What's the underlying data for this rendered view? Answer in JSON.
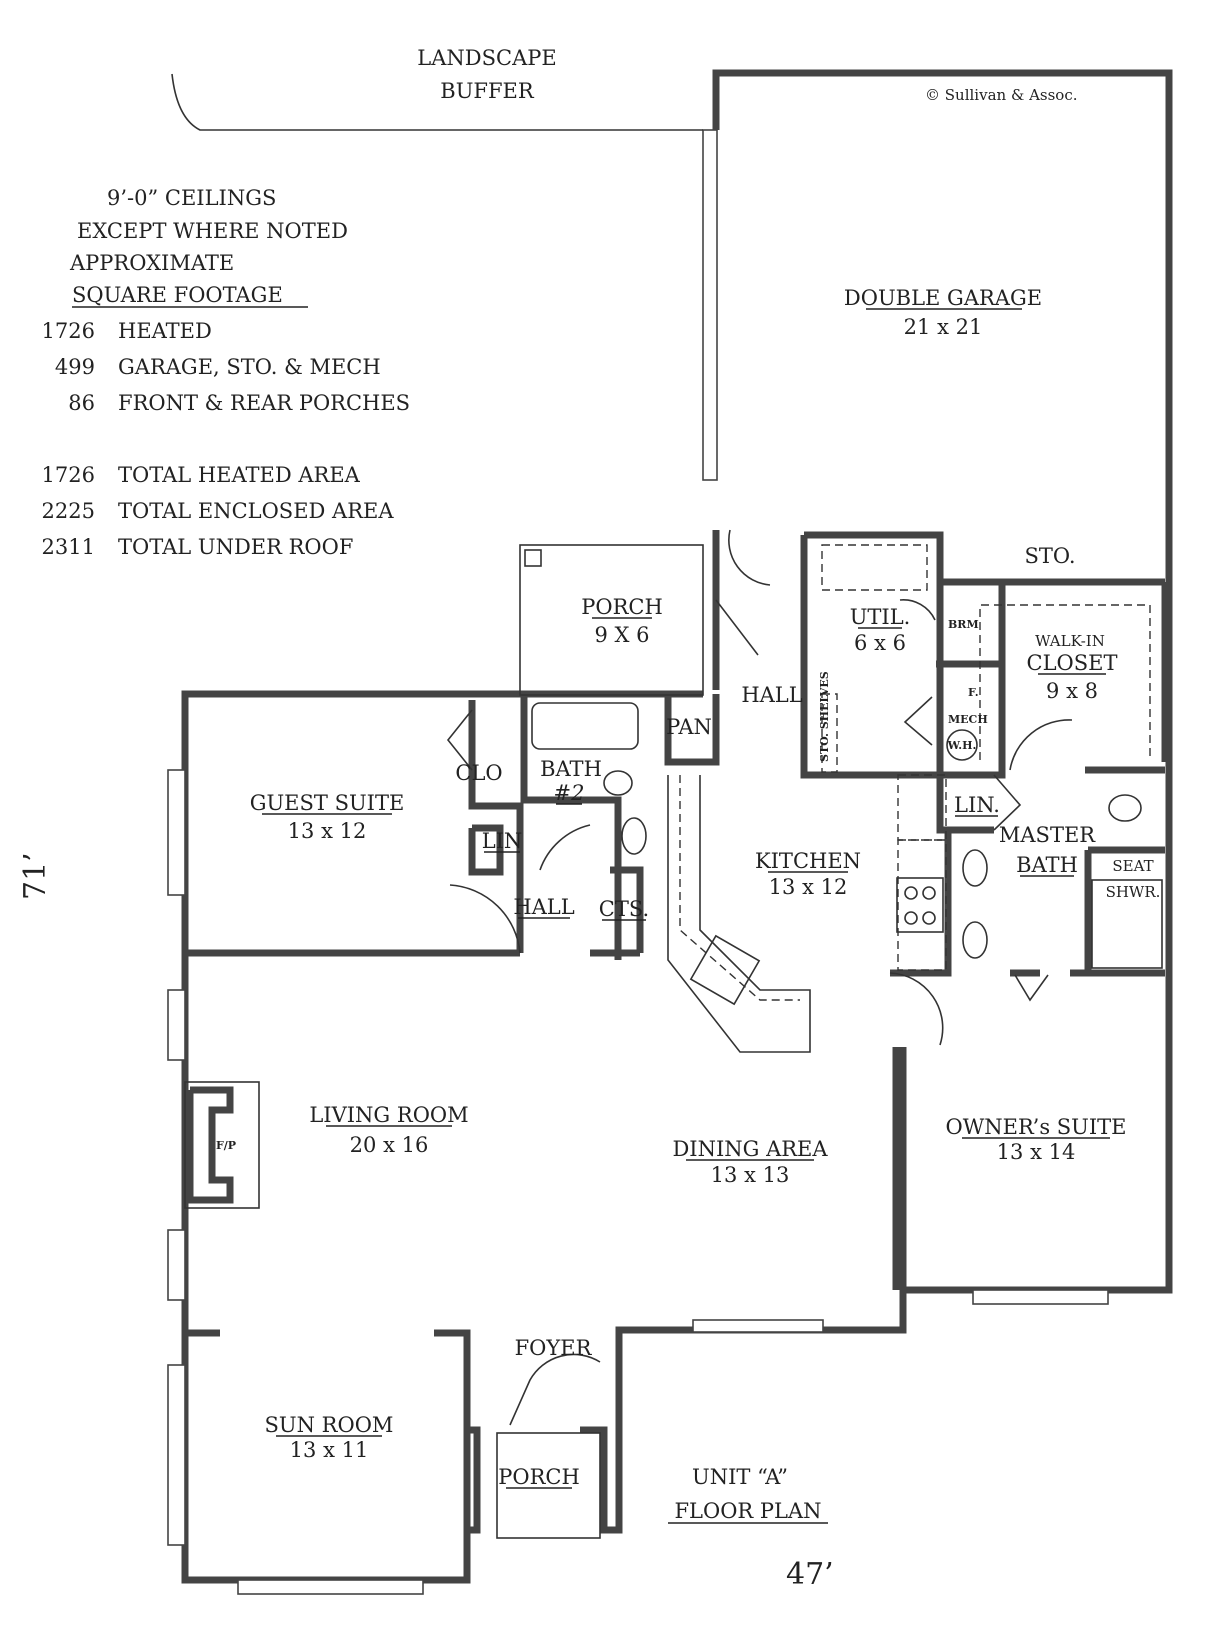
{
  "copyright": "© Sullivan & Assoc.",
  "landscape_buffer": [
    "LANDSCAPE",
    "BUFFER"
  ],
  "notes": {
    "ceilings": [
      "9’-0” CEILINGS",
      "EXCEPT WHERE NOTED"
    ],
    "approx": "APPROXIMATE",
    "sqft_title": "SQUARE FOOTAGE",
    "areas": [
      {
        "value": "1726",
        "label": "HEATED"
      },
      {
        "value": "499",
        "label": "GARAGE, STO. & MECH"
      },
      {
        "value": "86",
        "label": "FRONT & REAR PORCHES"
      }
    ],
    "totals": [
      {
        "value": "1726",
        "label": "TOTAL HEATED AREA"
      },
      {
        "value": "2225",
        "label": "TOTAL ENCLOSED AREA"
      },
      {
        "value": "2311",
        "label": "TOTAL UNDER ROOF"
      }
    ]
  },
  "rooms": {
    "garage": {
      "name": "DOUBLE GARAGE",
      "size": "21 x 21"
    },
    "sto": "STO.",
    "porch_rear": {
      "name": "PORCH",
      "size": "9 X 6"
    },
    "util": {
      "name": "UTIL.",
      "size": "6 x 6"
    },
    "brm": "BRM",
    "walkin": {
      "name1": "WALK-IN",
      "name2": "CLOSET",
      "size": "9 x 8"
    },
    "hall_upper": "HALL",
    "pan": "PAN",
    "sto_shelves": "STO. SHELVES",
    "f": "F.",
    "mech": "MECH",
    "wh": "W.H.",
    "guest": {
      "name": "GUEST SUITE",
      "size": "13 x 12"
    },
    "clo": "CLO",
    "bath2": {
      "name": "BATH",
      "num": "#2"
    },
    "lin_left": "LIN",
    "lin_right": "LIN.",
    "hall_lower": "HALL",
    "cts": "CTS.",
    "kitchen": {
      "name": "KITCHEN",
      "size": "13 x 12"
    },
    "master_bath": {
      "name1": "MASTER",
      "name2": "BATH"
    },
    "seat": "SEAT",
    "shwr": "SHWR.",
    "living": {
      "name": "LIVING ROOM",
      "size": "20 x 16"
    },
    "fp": "F/P",
    "dining": {
      "name": "DINING AREA",
      "size": "13 x 13"
    },
    "owner": {
      "name": "OWNER’s SUITE",
      "size": "13 x 14"
    },
    "foyer": "FOYER",
    "sun": {
      "name": "SUN ROOM",
      "size": "13 x 11"
    },
    "porch_front": "PORCH"
  },
  "unit": {
    "line1": "UNIT “A”",
    "line2": "FLOOR PLAN"
  },
  "dimensions": {
    "depth": "71’",
    "width": "47’"
  }
}
